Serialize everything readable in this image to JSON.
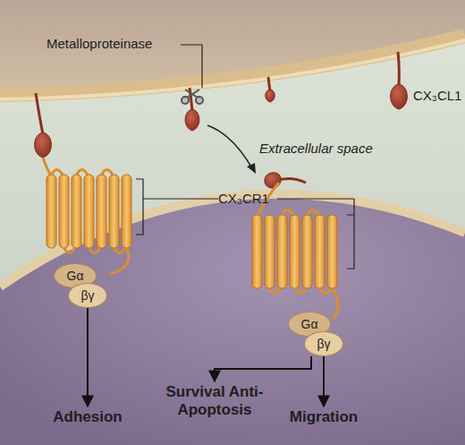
{
  "diagram": {
    "nodes": [
      {
        "text": [
          "Gα"
        ]
      },
      {
        "text": [
          "βγ"
        ]
      },
      {
        "text": [
          "Gα"
        ]
      },
      {
        "text": [
          "βγ"
        ]
      },
      {
        "text": [
          "Adhesion"
        ]
      },
      {
        "text": [
          "Survival Anti-Apoptosis"
        ]
      },
      {
        "text": [
          "Migration"
        ]
      }
    ],
    "edges": [
      {
        "from": 1,
        "to": 4,
        "arrow": "to"
      },
      {
        "from": 3,
        "to": 5,
        "arrow": "to"
      },
      {
        "from": 3,
        "to": 6,
        "arrow": "to"
      }
    ],
    "labels": [
      "Metalloproteinase",
      "CX₃CL1",
      "Extracellular space",
      "CX₃CR1"
    ]
  }
}
